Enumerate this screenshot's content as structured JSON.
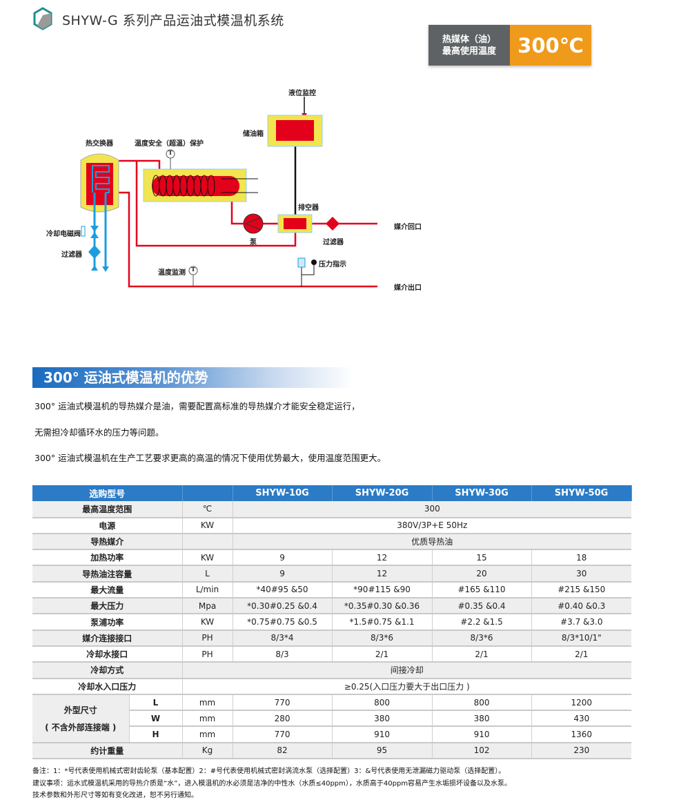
{
  "header": {
    "title": "SHYW-G 系列产品运油式模温机系统",
    "badge_label_line1": "热媒体（油）",
    "badge_label_line2": "最高使用温度",
    "badge_value": "300℃"
  },
  "diagram": {
    "labels": {
      "level_monitor": "液位监控",
      "oil_tank": "储油箱",
      "heat_exchanger": "热交换器",
      "temp_safety": "温度安全（超温）保护",
      "air_vent": "排空器",
      "pump": "泵",
      "filter_right": "过滤器",
      "return_port": "媒介回口",
      "cooling_valve": "冷却电磁阀",
      "filter_left": "过滤器",
      "pressure": "压力指示",
      "temp_monitor": "温度监测",
      "outlet_port": "媒介出口",
      "sensor_letter": "T"
    },
    "colors": {
      "pipe": "#e3001b",
      "water": "#1a9ee0",
      "housing": "#f3e54f"
    }
  },
  "advantages": {
    "heading": "300° 运油式模温机的优势",
    "p1": "300° 运油式模温机的导热媒介是油，需要配置高标准的导热媒介才能安全稳定运行，",
    "p2": "无需担冷却循环水的压力等问题。",
    "p3": "300° 运油式模温机在生产工艺要求更高的高温的情况下使用优势最大，使用温度范围更大。"
  },
  "table": {
    "header": [
      "选购型号",
      "",
      "SHYW-10G",
      "SHYW-20G",
      "SHYW-30G",
      "SHYW-50G"
    ],
    "rows": [
      {
        "label": "最高温度范围",
        "unit": "℃",
        "span": "300"
      },
      {
        "label": "电源",
        "unit": "KW",
        "span": "380V/3P+E 50Hz"
      },
      {
        "label": "导热媒介",
        "unit": "",
        "span": "优质导热油"
      },
      {
        "label": "加热功率",
        "unit": "KW",
        "values": [
          "9",
          "12",
          "15",
          "18"
        ]
      },
      {
        "label": "导热油注容量",
        "unit": "L",
        "values": [
          "9",
          "12",
          "20",
          "30"
        ]
      },
      {
        "label": "最大流量",
        "unit": "L/min",
        "values": [
          "*40#95 &50",
          "*90#115 &90",
          "#165 &110",
          "#215 &150"
        ]
      },
      {
        "label": "最大压力",
        "unit": "Mpa",
        "values": [
          "*0.30#0.25 &0.4",
          "*0.35#0.30 &0.36",
          "#0.35 &0.4",
          "#0.40 &0.3"
        ]
      },
      {
        "label": "泵浦功率",
        "unit": "KW",
        "values": [
          "*0.75#0.75 &0.5",
          "*1.5#0.75 &1.1",
          "#2.2 &1.5",
          "#3.7 &3.0"
        ]
      },
      {
        "label": "媒介连接接口",
        "unit": "PH",
        "values": [
          "8/3*4",
          "8/3*6",
          "8/3*6",
          "8/3*10/1\""
        ]
      },
      {
        "label": "冷却水接口",
        "unit": "PH",
        "values": [
          "8/3",
          "2/1",
          "2/1",
          "2/1"
        ]
      },
      {
        "label": "冷却方式",
        "span_all": "间接冷却"
      },
      {
        "label": "冷却水入口压力",
        "span_all": "≥0.25(入口压力要大于出口压力 )"
      }
    ],
    "size": {
      "label_line1": "外型尺寸",
      "label_line2": "( 不含外部连接端 )",
      "rows": [
        {
          "dim": "L",
          "unit": "mm",
          "values": [
            "770",
            "800",
            "800",
            "1200"
          ]
        },
        {
          "dim": "W",
          "unit": "mm",
          "values": [
            "280",
            "380",
            "380",
            "430"
          ]
        },
        {
          "dim": "H",
          "unit": "mm",
          "values": [
            "770",
            "910",
            "910",
            "1360"
          ]
        }
      ]
    },
    "weight": {
      "label": "约计重量",
      "unit": "Kg",
      "values": [
        "82",
        "95",
        "102",
        "230"
      ]
    }
  },
  "notes": [
    "备注：1：*号代表使用机械式密封齿轮泵（基本配置）2：#号代表使用机械式密封涡流水泵（选择配置）3：&号代表使用无泄漏磁力驱动泵（选择配置）。",
    "建议事项：运水式模温机采用的导热介质是“水”，进入模温机的水必须是洁净的中性水（水质≤40ppm），水质高于40ppm容易产生水垢损坏设备以及水泵。",
    "技术参数和外形尺寸等如有变化改进，恕不另行通知。"
  ]
}
